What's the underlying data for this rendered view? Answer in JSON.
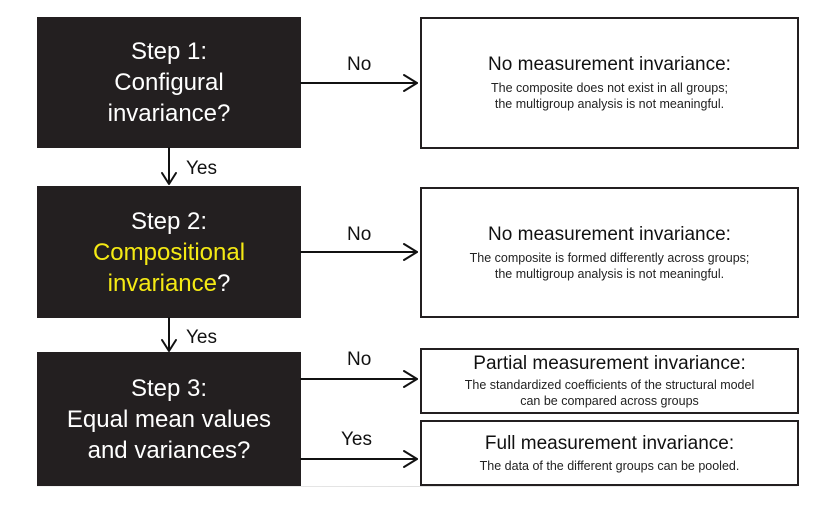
{
  "steps": [
    {
      "lines": [
        "Step 1:",
        "Configural",
        "invariance?"
      ]
    },
    {
      "line1": "Step 2:",
      "line2": "Compositional",
      "line3_hl": "invariance",
      "line3_rest": "?"
    },
    {
      "lines": [
        "Step 3:",
        "Equal mean values",
        "and variances?"
      ]
    }
  ],
  "labels": {
    "no": "No",
    "yes": "Yes"
  },
  "results": [
    {
      "title": "No measurement invariance:",
      "desc": [
        "The composite does not exist in all groups;",
        "the multigroup analysis is not meaningful."
      ]
    },
    {
      "title": "No measurement invariance:",
      "desc": [
        "The composite is formed differently across groups;",
        "the multigroup analysis is not meaningful."
      ]
    },
    {
      "title": "Partial measurement invariance:",
      "desc": [
        "The standardized coefficients of the structural model",
        "can be compared across groups"
      ]
    },
    {
      "title": "Full measurement invariance:",
      "desc": [
        "The data of the different groups can be pooled."
      ]
    }
  ],
  "colors": {
    "box": "#231f20",
    "highlight": "#f5ea14",
    "arrow": "#111111"
  }
}
